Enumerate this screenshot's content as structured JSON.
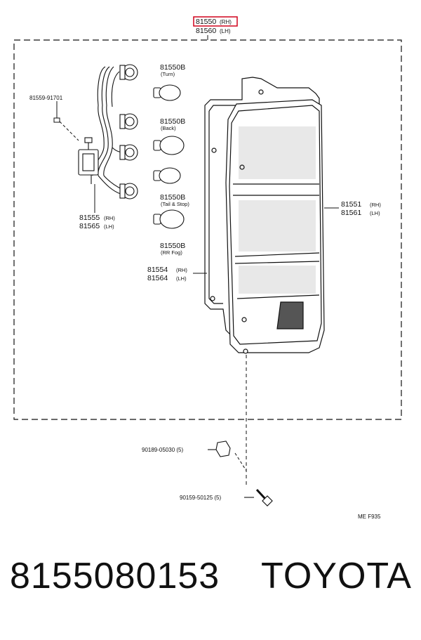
{
  "diagram": {
    "assembly_part_rh": "81550",
    "assembly_part_rh_suffix": "(RH)",
    "assembly_part_lh": "81560",
    "assembly_part_lh_suffix": "(LH)",
    "screw_part": "81559-91701",
    "socket_part_rh": "81555",
    "socket_part_rh_suffix": "(RH)",
    "socket_part_lh": "81565",
    "socket_part_lh_suffix": "(LH)",
    "bulbs": [
      {
        "part": "81550B",
        "note": "(Turn)"
      },
      {
        "part": "81550B",
        "note": "(Back)"
      },
      {
        "part": "81550B",
        "note": "(Tail & Stop)"
      },
      {
        "part": "81550B",
        "note": "(RR Fog)"
      }
    ],
    "lens_part_rh": "81551",
    "lens_part_rh_suffix": "(RH)",
    "lens_part_lh": "81561",
    "lens_part_lh_suffix": "(LH)",
    "gasket_part_rh": "81554",
    "gasket_part_rh_suffix": "(RH)",
    "gasket_part_lh": "81564",
    "gasket_part_lh_suffix": "(LH)",
    "nut_part": "90189-05030 (5)",
    "bolt_part": "90159-50125 (5)",
    "figure_code": "ME  F935",
    "highlight_color": "#d0021b"
  },
  "footer": {
    "part_number": "8155080153",
    "brand": "TOYOTA"
  }
}
